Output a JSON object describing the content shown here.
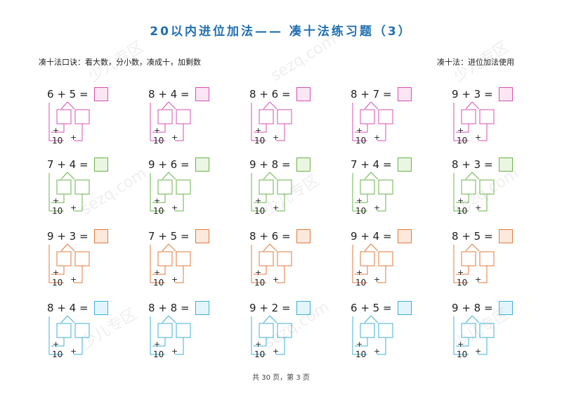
{
  "title": "20以内进位加法—— 凑十法练习题（3）",
  "notes": {
    "left": "凑十法口诀：看大数，分小数，凑成十，加剩数",
    "right": "凑十法：进位加法使用"
  },
  "footer": "共 30 页，第 3 页",
  "watermark": [
    "少儿专区",
    "sezq.com"
  ],
  "labels": {
    "plus": "+",
    "ten": "10"
  },
  "rows": [
    {
      "color": "#d64fb0",
      "fill": "#fbe6f4",
      "problems": [
        {
          "a": "6",
          "b": "5"
        },
        {
          "a": "8",
          "b": "4"
        },
        {
          "a": "8",
          "b": "6"
        },
        {
          "a": "8",
          "b": "7"
        },
        {
          "a": "9",
          "b": "3"
        }
      ]
    },
    {
      "color": "#6ab34a",
      "fill": "#eaf6e3",
      "problems": [
        {
          "a": "7",
          "b": "4"
        },
        {
          "a": "9",
          "b": "6"
        },
        {
          "a": "9",
          "b": "8"
        },
        {
          "a": "7",
          "b": "4"
        },
        {
          "a": "8",
          "b": "3"
        }
      ]
    },
    {
      "color": "#e07a3e",
      "fill": "#fbe9dd",
      "problems": [
        {
          "a": "9",
          "b": "3"
        },
        {
          "a": "7",
          "b": "5"
        },
        {
          "a": "8",
          "b": "6"
        },
        {
          "a": "9",
          "b": "4"
        },
        {
          "a": "8",
          "b": "5"
        }
      ]
    },
    {
      "color": "#3fb0d8",
      "fill": "#e3f4fb",
      "problems": [
        {
          "a": "8",
          "b": "4"
        },
        {
          "a": "8",
          "b": "8"
        },
        {
          "a": "9",
          "b": "2"
        },
        {
          "a": "6",
          "b": "5"
        },
        {
          "a": "9",
          "b": "8"
        }
      ]
    }
  ]
}
